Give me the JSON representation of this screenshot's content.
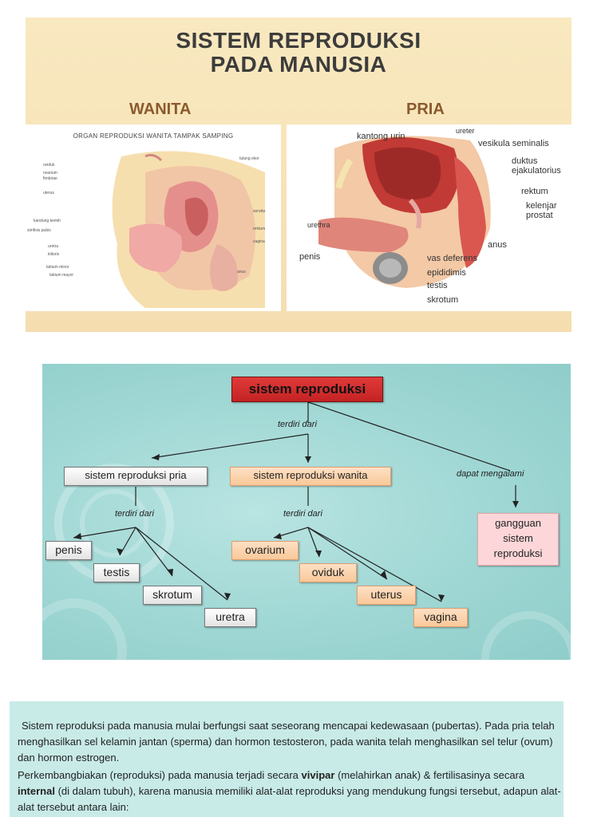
{
  "panel1": {
    "title_line1": "SISTEM REPRODUKSI",
    "title_line2": "PADA MANUSIA",
    "female_heading": "WANITA",
    "male_heading": "PRIA",
    "female_caption": "ORGAN REPRODUKSI WANITA TAMPAK SAMPING",
    "male_labels": {
      "kantong_urin": "kantong urin",
      "ureter": "ureter",
      "vesikula": "vesikula seminalis",
      "duktus1": "duktus",
      "duktus2": "ejakulatorius",
      "rektum": "rektum",
      "kelenjar1": "kelenjar",
      "kelenjar2": "prostat",
      "urethra": "urethra",
      "anus": "anus",
      "penis": "penis",
      "vas": "vas deferens",
      "epididimis": "epididimis",
      "testis": "testis",
      "skrotum": "skrotum"
    }
  },
  "panel2": {
    "root": "sistem reproduksi",
    "terdiri_dari": "terdiri dari",
    "dapat_mengalami": "dapat mengalami",
    "male_system": "sistem reproduksi pria",
    "female_system": "sistem reproduksi wanita",
    "disorder": "gangguan sistem reproduksi",
    "male_organs": [
      "penis",
      "testis",
      "skrotum",
      "uretra"
    ],
    "female_organs": [
      "ovarium",
      "oviduk",
      "uterus",
      "vagina"
    ]
  },
  "panel3": {
    "p1": "Sistem reproduksi pada manusia mulai berfungsi saat seseorang mencapai kedewasaan (pubertas). Pada pria telah menghasilkan sel kelamin jantan (sperma) dan hormon testosteron, pada wanita telah menghasilkan sel telur (ovum) dan hormon estrogen.",
    "p2_a": "Perkembangbiakan (reproduksi) pada manusia terjadi secara ",
    "p2_b": "vivipar",
    "p2_c": " (melahirkan anak) & fertilisasinya secara ",
    "p2_d": "internal",
    "p2_e": " (di dalam tubuh), karena manusia memiliki alat-alat reproduksi yang mendukung fungsi tersebut, adapun alat-alat tersebut antara lain:"
  }
}
